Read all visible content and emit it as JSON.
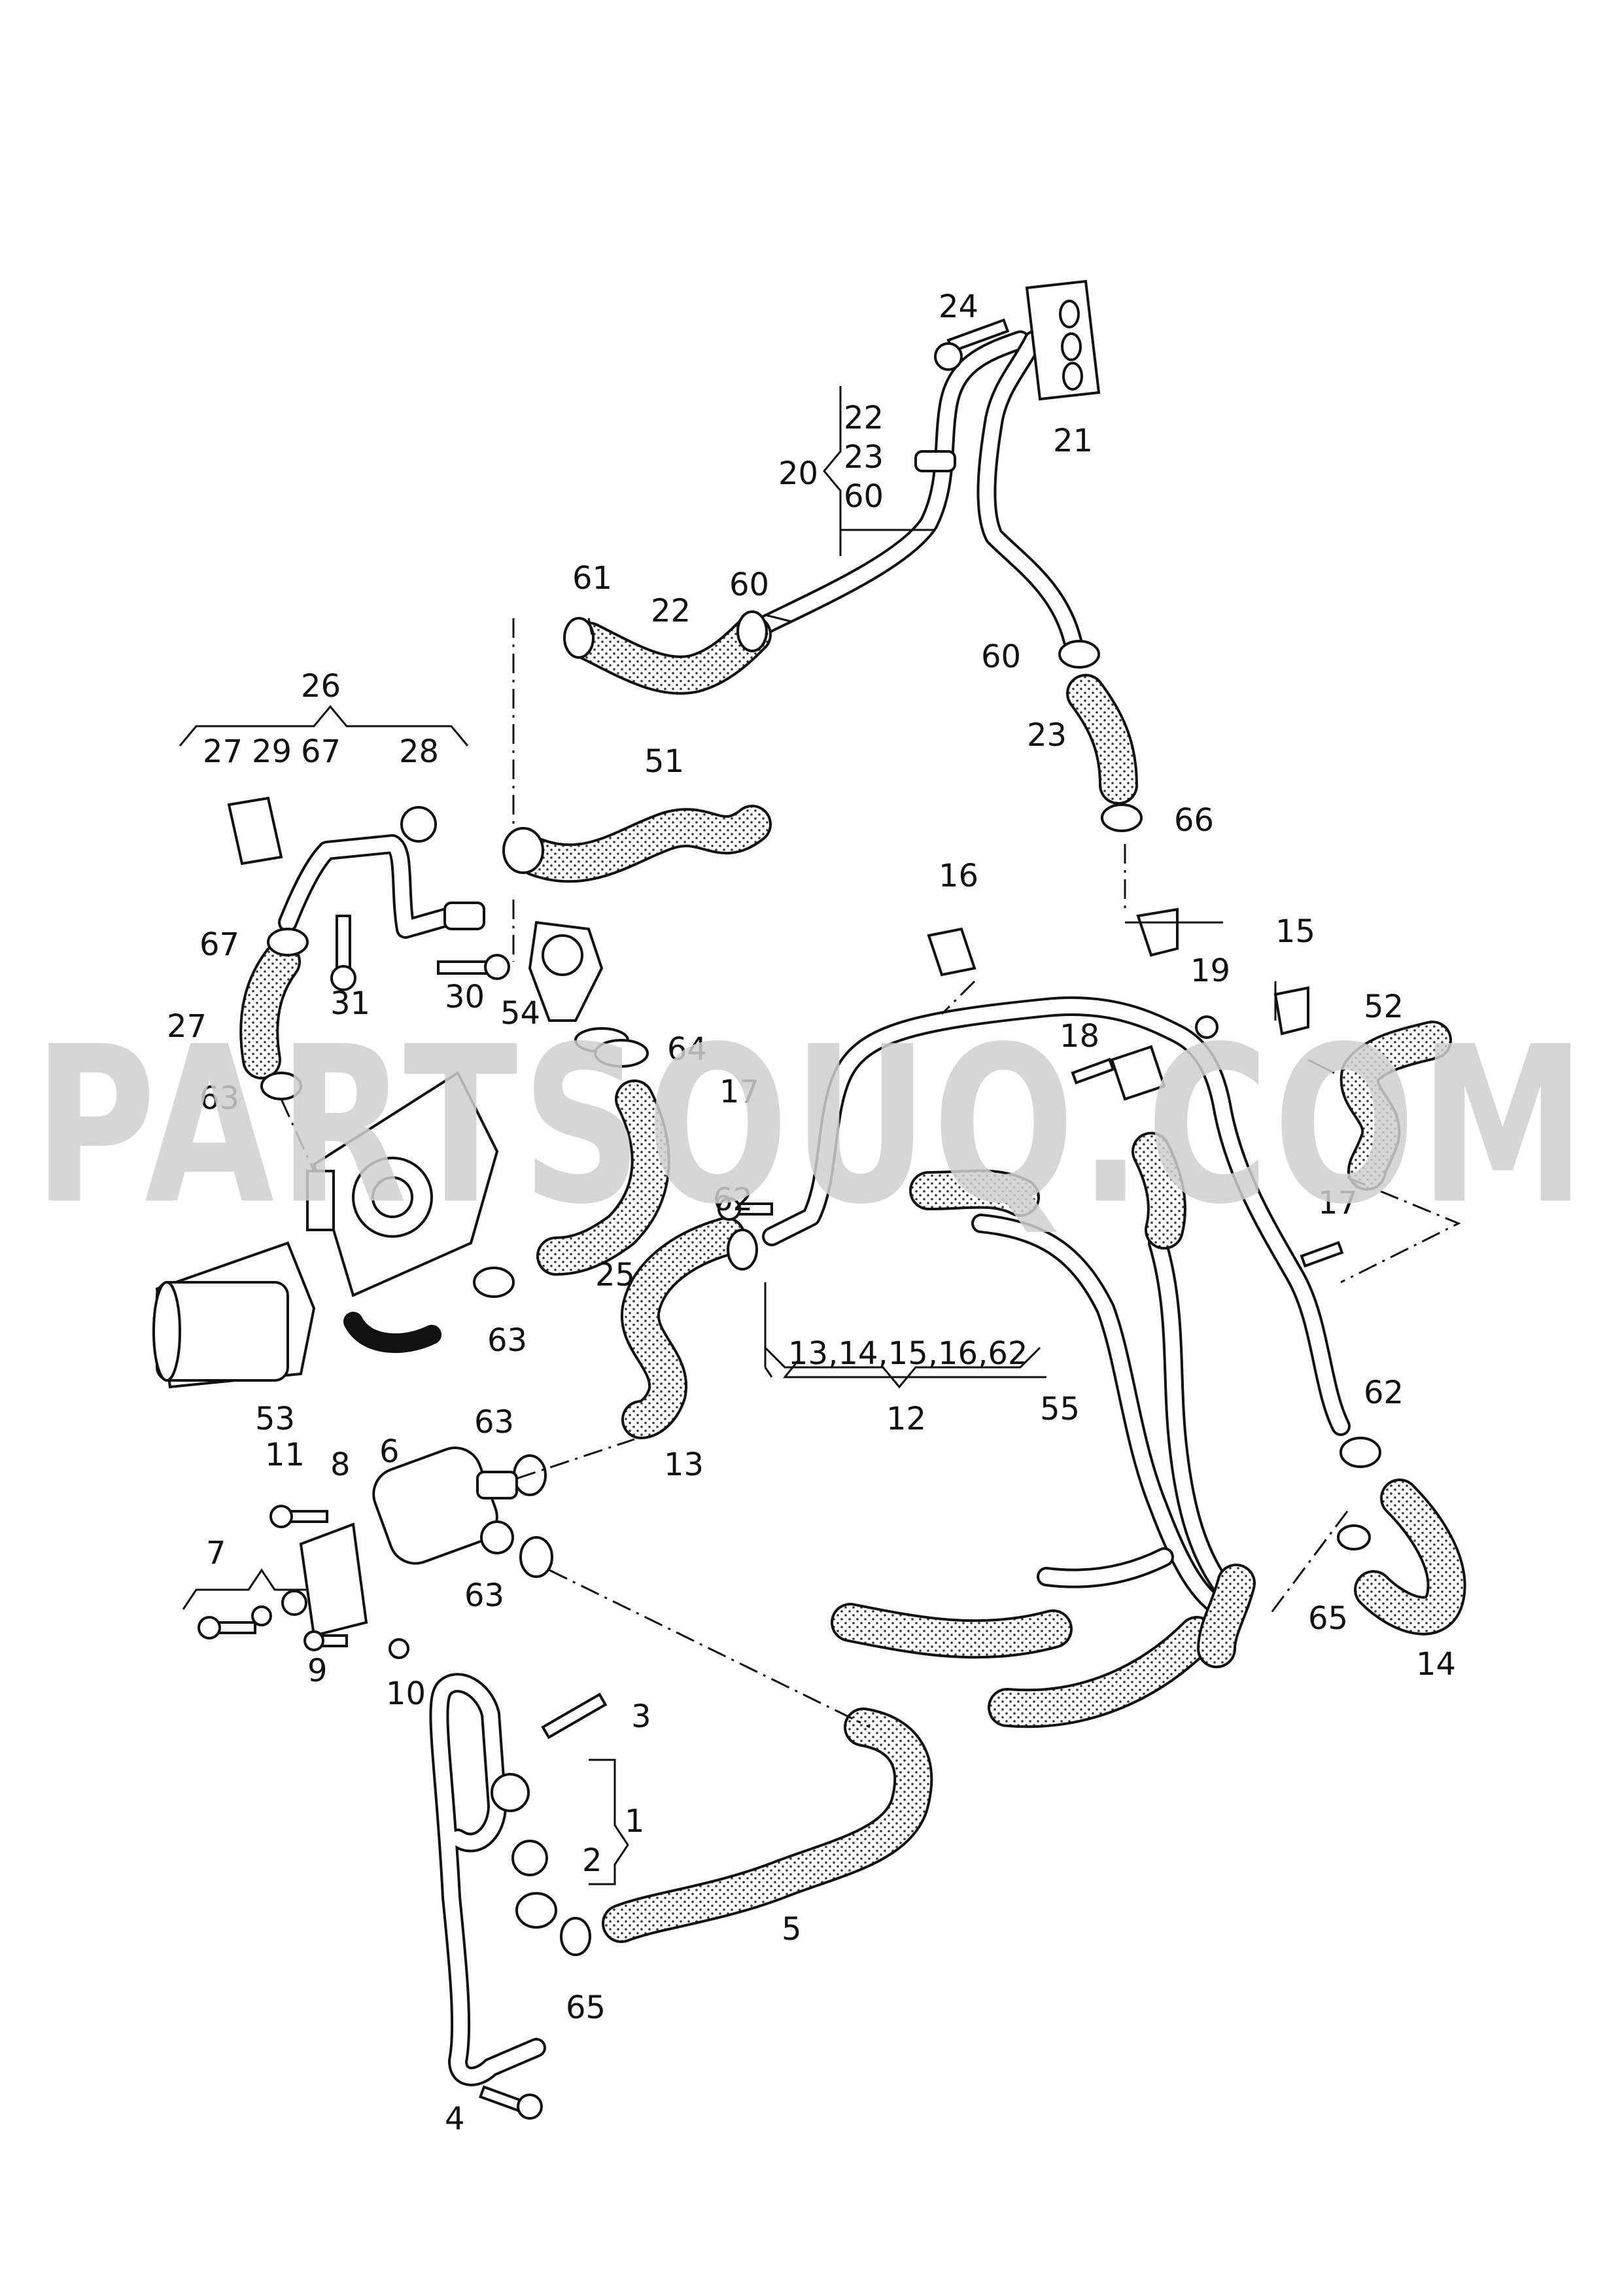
{
  "watermark": {
    "text": "PARTSOUQ.COM",
    "color": "#cfcfcf"
  },
  "labels": {
    "l1": "1",
    "l2": "2",
    "l3": "3",
    "l4": "4",
    "l5": "5",
    "l6": "6",
    "l7": "7",
    "l8": "8",
    "l9": "9",
    "l10": "10",
    "l11": "11",
    "l12": "12",
    "l13": "13",
    "l13g": "13,14,15,16,62",
    "l14": "14",
    "l15": "15",
    "l16": "16",
    "l17a": "17",
    "l17b": "17",
    "l18": "18",
    "l19": "19",
    "l20": "20",
    "l20a": "22",
    "l20b": "23",
    "l20c": "60",
    "l21": "21",
    "l22": "22",
    "l23": "23",
    "l24": "24",
    "l25": "25",
    "l26": "26",
    "l27a": "27",
    "l29": "29",
    "l67a": "67",
    "l28": "28",
    "l27b": "27",
    "l30": "30",
    "l31": "31",
    "l51": "51",
    "l52": "52",
    "l53": "53",
    "l54": "54",
    "l55": "55",
    "l60a": "60",
    "l60b": "60",
    "l61": "61",
    "l62a": "62",
    "l62b": "62",
    "l63a": "63",
    "l63b": "63",
    "l63c": "63",
    "l63d": "63",
    "l64": "64",
    "l65a": "65",
    "l65b": "65",
    "l66": "66",
    "l67b": "67"
  }
}
